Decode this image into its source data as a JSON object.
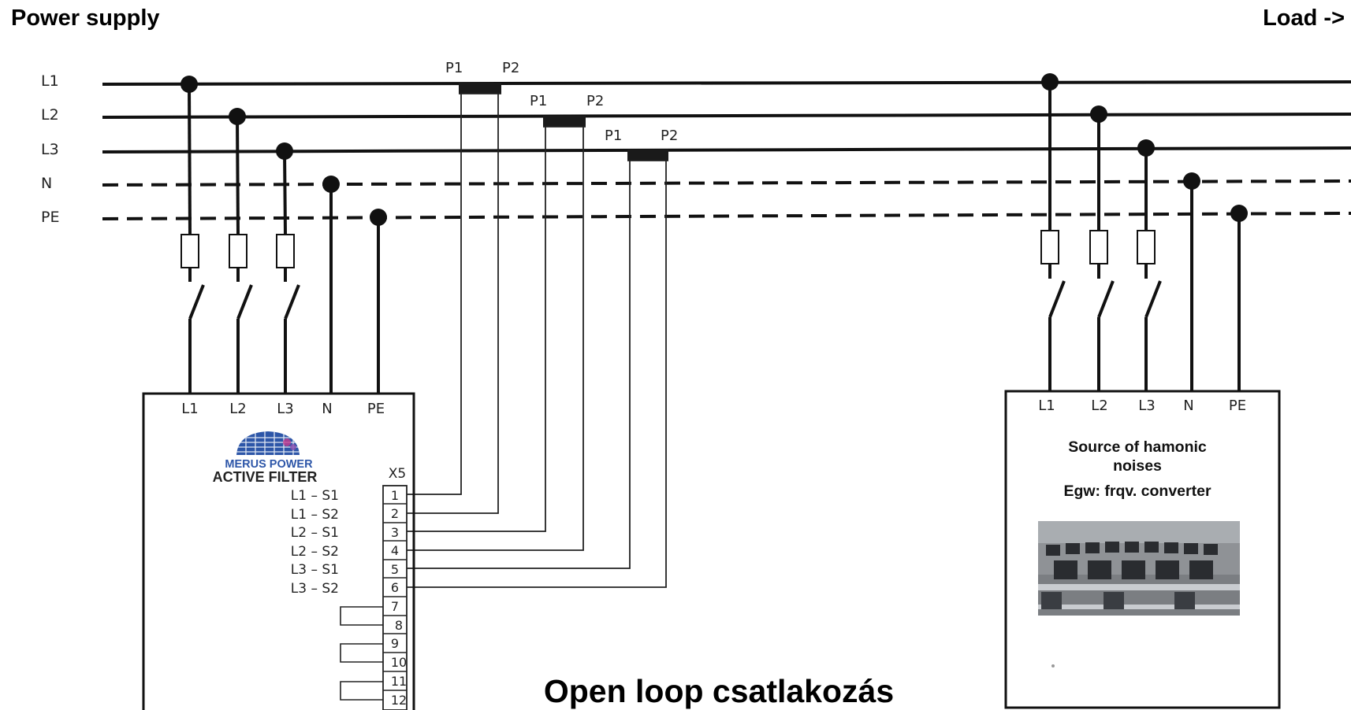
{
  "header": {
    "left": "Power supply",
    "right": "Load ->"
  },
  "title": "Open loop csatlakozás",
  "bus_lines": [
    {
      "label": "L1",
      "style": "solid"
    },
    {
      "label": "L2",
      "style": "solid"
    },
    {
      "label": "L3",
      "style": "solid"
    },
    {
      "label": "N",
      "style": "dashed"
    },
    {
      "label": "PE",
      "style": "dashed"
    }
  ],
  "current_transformers": [
    {
      "p1": "P1",
      "p2": "P2",
      "line": "L1"
    },
    {
      "p1": "P1",
      "p2": "P2",
      "line": "L2"
    },
    {
      "p1": "P1",
      "p2": "P2",
      "line": "L3"
    }
  ],
  "filter_box": {
    "terminals": [
      "L1",
      "L2",
      "L3",
      "N",
      "PE"
    ],
    "logo_text": "MERUS POWER",
    "name": "ACTIVE FILTER",
    "connector_label": "X5",
    "signals": [
      "L1 – S1",
      "L1 – S2",
      "L2 – S1",
      "L2 – S2",
      "L3 – S1",
      "L3 – S2"
    ],
    "pins": [
      "1",
      "2",
      "3",
      "4",
      "5",
      "6",
      "7",
      "8",
      "9",
      "10",
      "11",
      "12"
    ]
  },
  "load_box": {
    "terminals": [
      "L1",
      "L2",
      "L3",
      "N",
      "PE"
    ],
    "text_line1": "Source of hamonic",
    "text_line2": "noises",
    "text_line3": "Egw: frqv. converter",
    "photo_icon": "computer-room-photo"
  },
  "colors": {
    "line": "#111111",
    "ct": "#1a1a1a",
    "photo_bg": "#8f9296"
  }
}
